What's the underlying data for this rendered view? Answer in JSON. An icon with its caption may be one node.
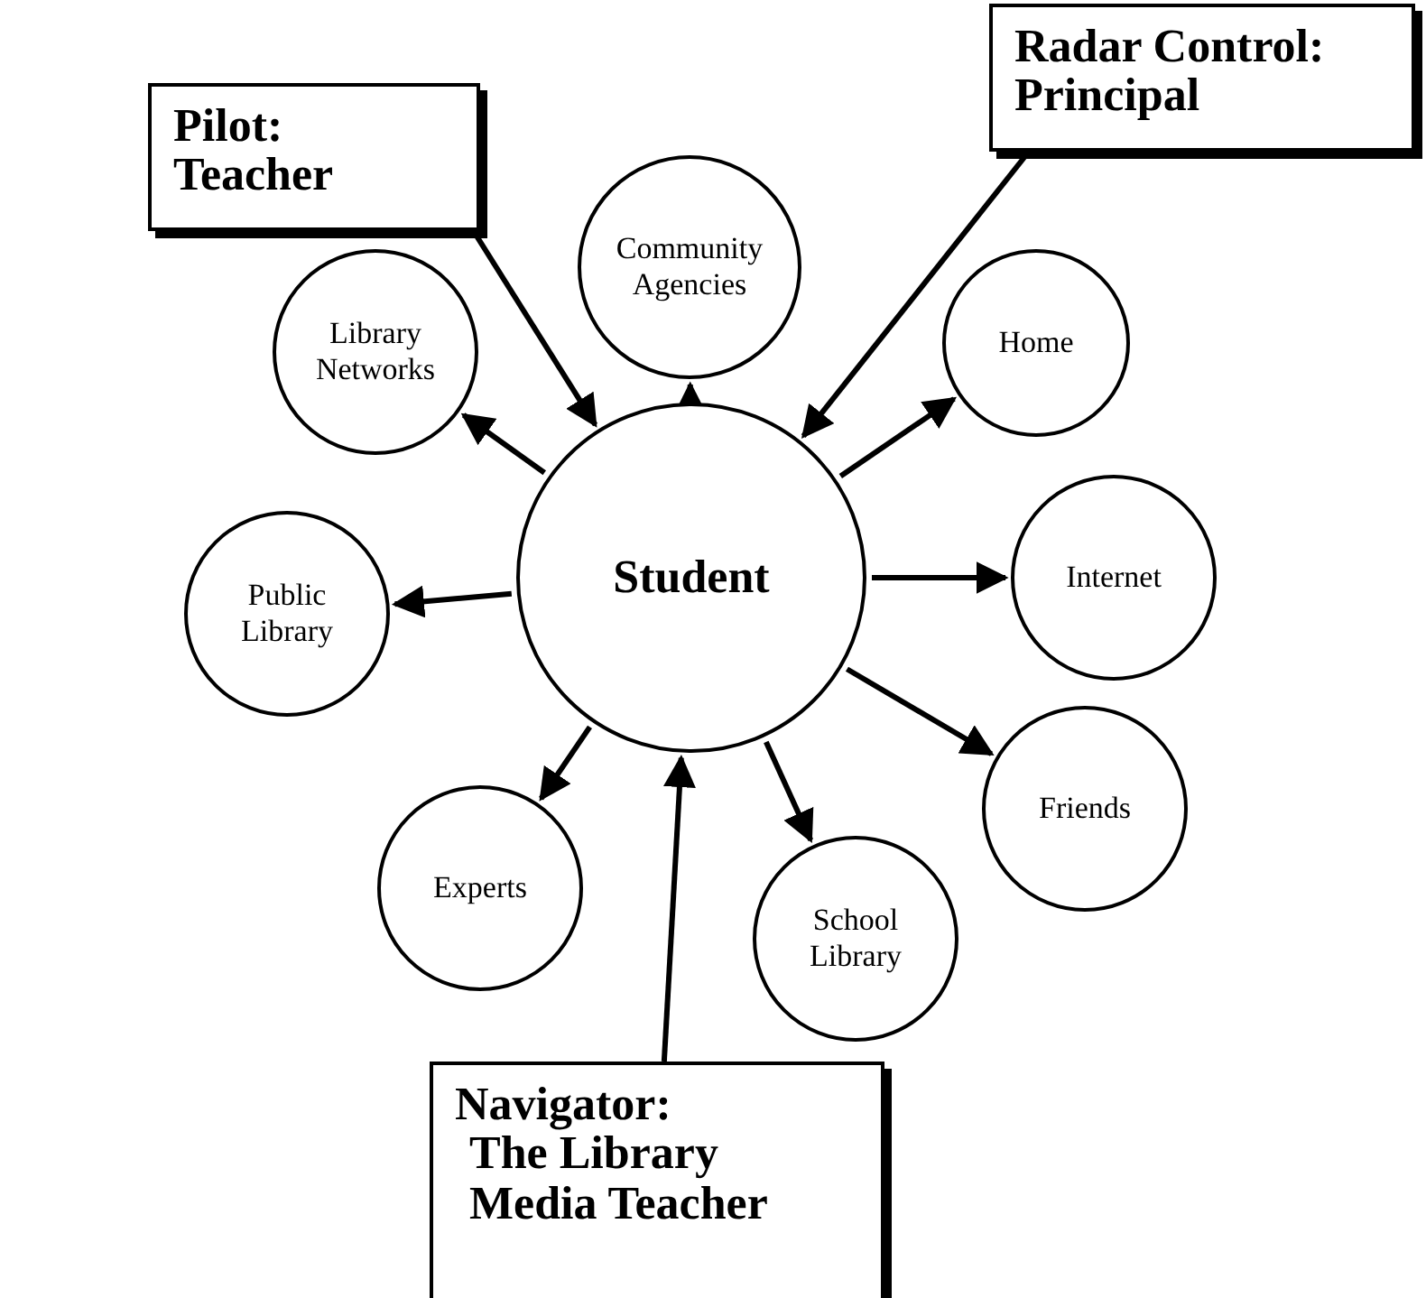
{
  "diagram": {
    "nodes": [
      {
        "text": [
          "Pilot:",
          "Teacher"
        ]
      },
      {
        "text": [
          "Radar Control:",
          "Principal"
        ]
      },
      {
        "text": [
          "Community Agencies"
        ]
      },
      {
        "text": [
          "Library Networks"
        ]
      },
      {
        "text": [
          "Home"
        ]
      },
      {
        "text": [
          "Student"
        ]
      },
      {
        "text": [
          "Public Library"
        ]
      },
      {
        "text": [
          "Internet"
        ]
      },
      {
        "text": [
          "Experts"
        ]
      },
      {
        "text": [
          "School Library"
        ]
      },
      {
        "text": [
          "Friends"
        ]
      },
      {
        "text": [
          "Navigator:",
          "The Library Media Teacher"
        ]
      }
    ],
    "edges": [
      {
        "from": 0,
        "to": 5,
        "arrow": "to"
      },
      {
        "from": 1,
        "to": 5,
        "arrow": "to"
      },
      {
        "from": 11,
        "to": 5,
        "arrow": "to"
      },
      {
        "from": 5,
        "to": 2,
        "arrow": "to"
      },
      {
        "from": 5,
        "to": 3,
        "arrow": "to"
      },
      {
        "from": 5,
        "to": 4,
        "arrow": "to"
      },
      {
        "from": 5,
        "to": 6,
        "arrow": "to"
      },
      {
        "from": 5,
        "to": 7,
        "arrow": "to"
      },
      {
        "from": 5,
        "to": 8,
        "arrow": "to"
      },
      {
        "from": 5,
        "to": 9,
        "arrow": "to"
      },
      {
        "from": 5,
        "to": 10,
        "arrow": "to"
      }
    ]
  }
}
